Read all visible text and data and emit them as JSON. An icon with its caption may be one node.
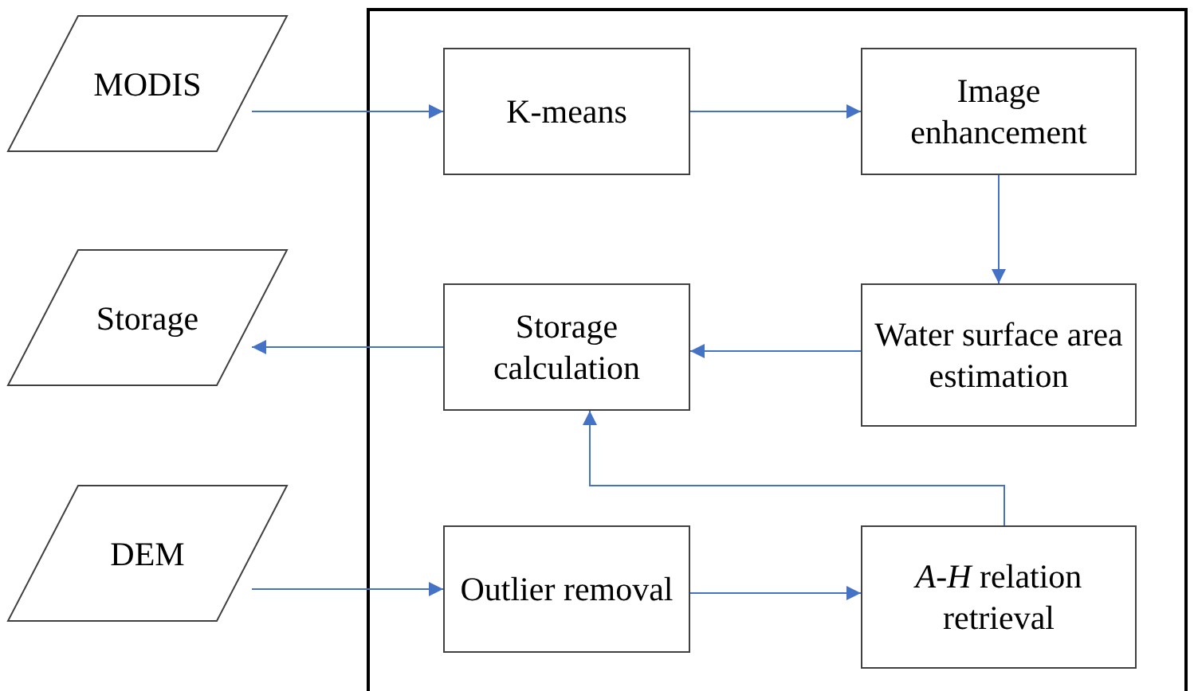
{
  "diagram": {
    "nodes": [
      {
        "text": [
          "MODIS"
        ]
      },
      {
        "text": [
          "K-means"
        ]
      },
      {
        "text": [
          "Image enhancement"
        ]
      },
      {
        "text": [
          "Storage"
        ]
      },
      {
        "text": [
          "Storage calculation"
        ]
      },
      {
        "text": [
          "Water surface area estimation"
        ]
      },
      {
        "text": [
          "DEM"
        ]
      },
      {
        "text": [
          "Outlier removal"
        ]
      },
      {
        "text": [
          "*A*-*H* relation retrieval"
        ]
      }
    ],
    "edges": [
      {
        "from": 0,
        "to": 1,
        "arrow": "to"
      },
      {
        "from": 1,
        "to": 2,
        "arrow": "to"
      },
      {
        "from": 2,
        "to": 5,
        "arrow": "to"
      },
      {
        "from": 5,
        "to": 4,
        "arrow": "to"
      },
      {
        "from": 4,
        "to": 3,
        "arrow": "to"
      },
      {
        "from": 8,
        "to": 4,
        "arrow": "to"
      },
      {
        "from": 6,
        "to": 7,
        "arrow": "to"
      },
      {
        "from": 7,
        "to": 8,
        "arrow": "to"
      }
    ]
  }
}
